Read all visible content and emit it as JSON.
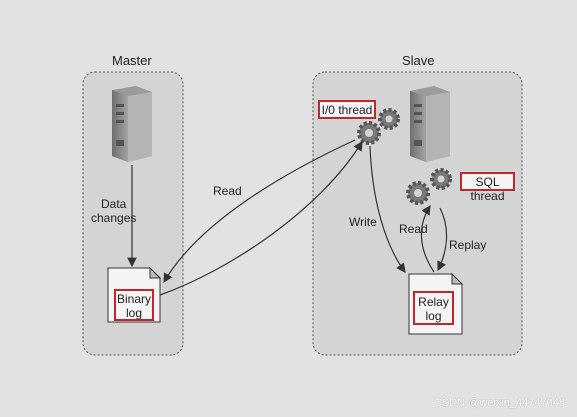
{
  "master": {
    "title": "Master"
  },
  "slave": {
    "title": "Slave"
  },
  "labels": {
    "data_changes": "Data\nchanges",
    "read_binlog": "Read",
    "write": "Write",
    "read_relay": "Read",
    "replay": "Replay"
  },
  "boxes": {
    "binary_log": "Binary\nlog",
    "relay_log": "Relay\nlog",
    "io_thread": "I/0 thread",
    "sql_thread": "SQL thread"
  },
  "watermark": "CSDN @weixin_44747048",
  "colors": {
    "background": "#e2e2e2",
    "panel": "#d4d4d4",
    "highlight": "#c0262b",
    "server": "#8a8a8a",
    "gear": "#7a7a7a"
  }
}
